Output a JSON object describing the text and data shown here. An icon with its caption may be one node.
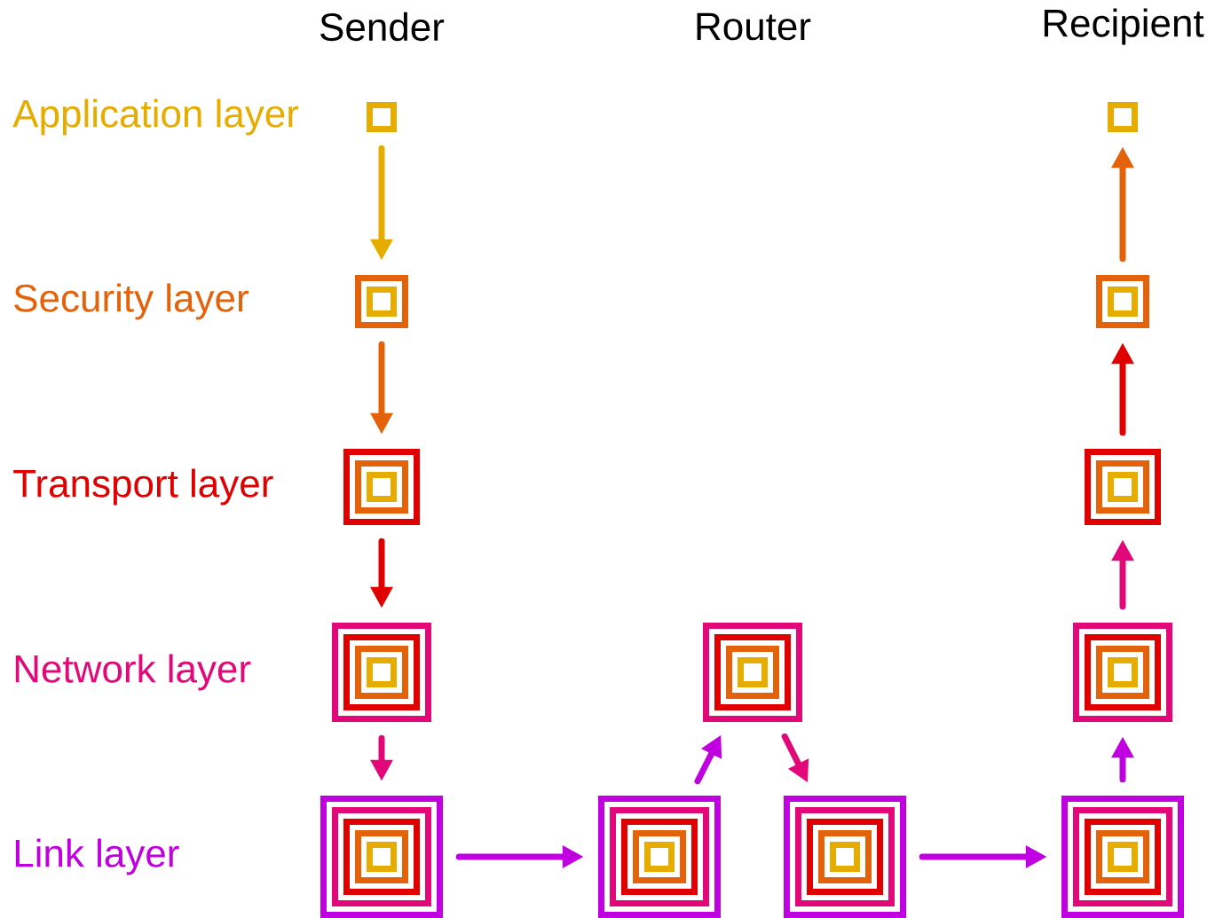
{
  "diagram": {
    "nodes": [
      {
        "text": [],
        "shape": "box"
      },
      {
        "text": [],
        "shape": "box"
      },
      {
        "text": [],
        "shape": "box"
      },
      {
        "text": [],
        "shape": "box"
      },
      {
        "text": [],
        "shape": "box"
      },
      {
        "text": [],
        "shape": "box"
      },
      {
        "text": [],
        "shape": "box"
      },
      {
        "text": [],
        "shape": "box"
      },
      {
        "text": [],
        "shape": "box"
      },
      {
        "text": [],
        "shape": "box"
      },
      {
        "text": [],
        "shape": "box"
      },
      {
        "text": [],
        "shape": "box"
      },
      {
        "text": [],
        "shape": "box"
      }
    ],
    "edges": [
      {
        "from": 0,
        "to": 2,
        "arrow": "to",
        "color": "#e6ac00"
      },
      {
        "from": 2,
        "to": 4,
        "arrow": "to",
        "color": "#e3620a"
      },
      {
        "from": 4,
        "to": 6,
        "arrow": "to",
        "color": "#e00000"
      },
      {
        "from": 6,
        "to": 9,
        "arrow": "to",
        "color": "#e3087a"
      },
      {
        "from": 9,
        "to": 10,
        "arrow": "to"
      },
      {
        "from": 10,
        "to": 7,
        "arrow": "to"
      },
      {
        "from": 7,
        "to": 11,
        "arrow": "to",
        "color": "#e3087a"
      },
      {
        "from": 11,
        "to": 12,
        "arrow": "to"
      },
      {
        "from": 12,
        "to": 8,
        "arrow": "to"
      },
      {
        "from": 8,
        "to": 5,
        "arrow": "to",
        "color": "#e3087a"
      },
      {
        "from": 5,
        "to": 3,
        "arrow": "to",
        "color": "#e00000"
      },
      {
        "from": 3,
        "to": 1,
        "arrow": "to",
        "color": "#e3620a"
      }
    ],
    "labels": [
      "Sender",
      "Router",
      "Recipient",
      "Application layer",
      "Security layer",
      "Transport layer",
      "Network layer",
      "Link layer"
    ]
  }
}
